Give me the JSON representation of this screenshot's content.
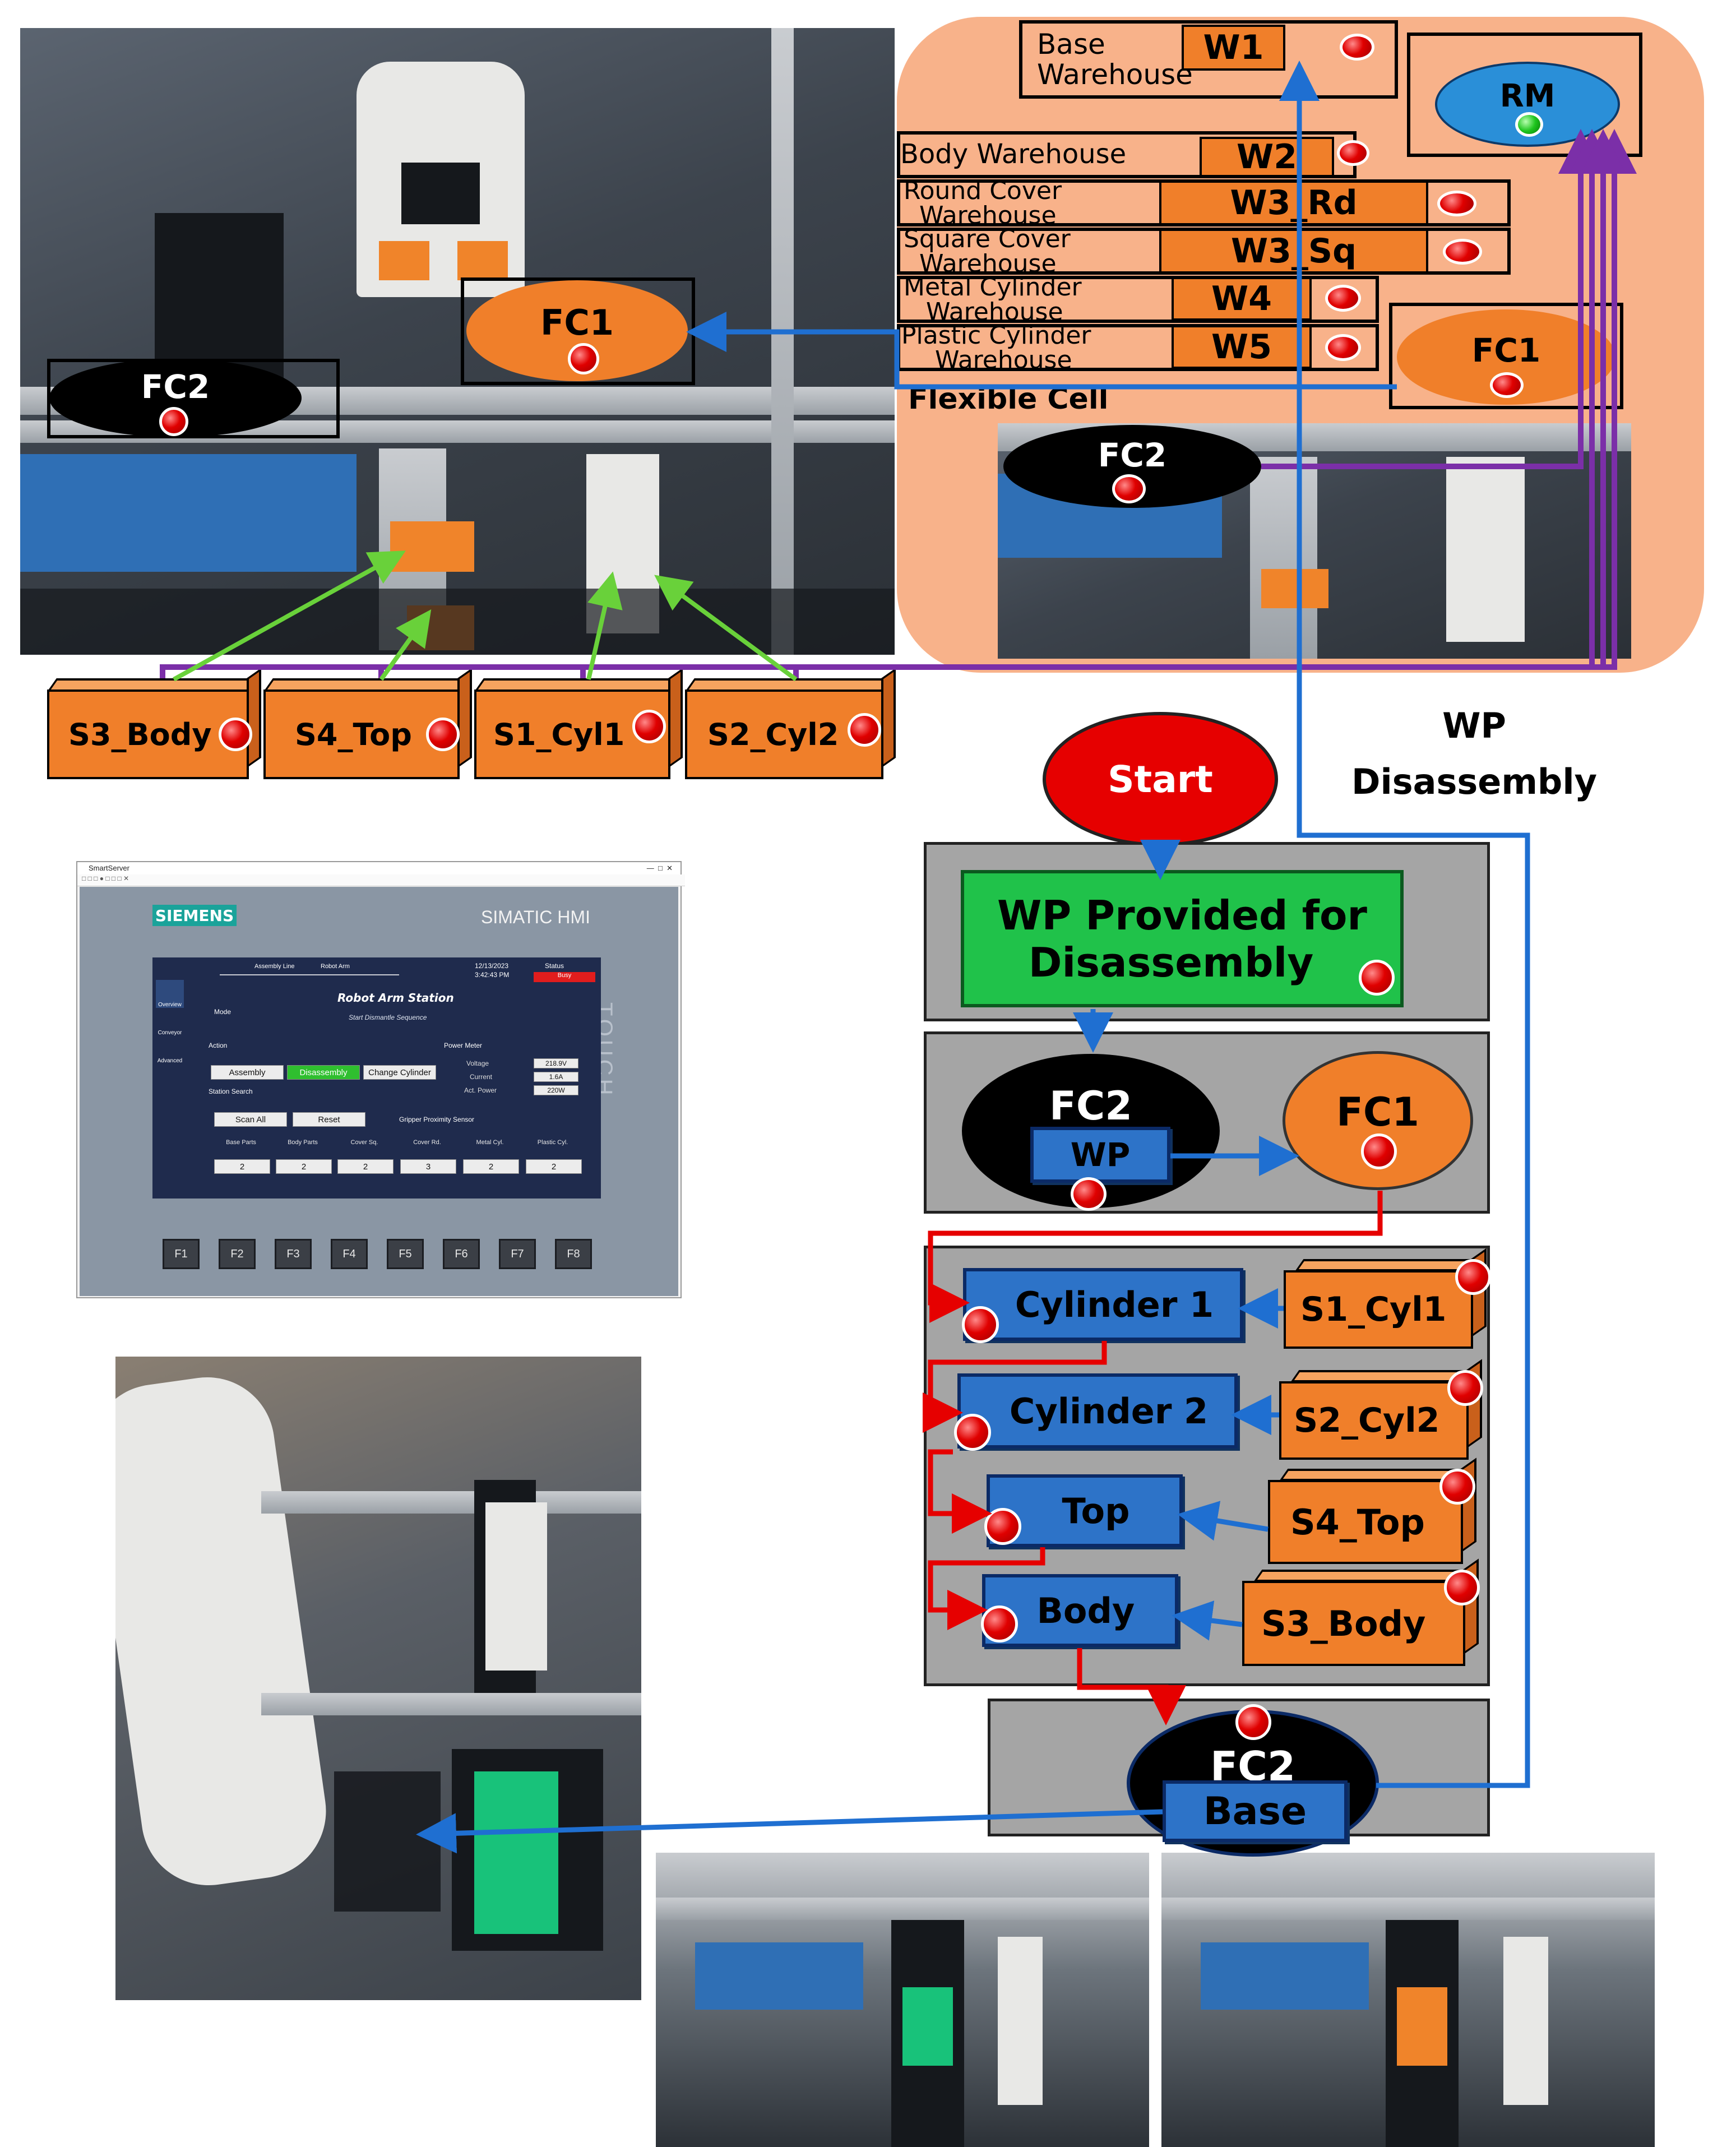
{
  "flexible_cell": {
    "label": "Flexible Cell",
    "warehouses": [
      {
        "id": "W1",
        "name_line1": "Base",
        "name_line2": "Warehouse"
      },
      {
        "id": "W2",
        "name_line1": "Body Warehouse",
        "name_line2": ""
      },
      {
        "id": "W3_Rd",
        "name_line1": "Round Cover",
        "name_line2": "Warehouse"
      },
      {
        "id": "W3_Sq",
        "name_line1": "Square Cover",
        "name_line2": "Warehouse"
      },
      {
        "id": "W4",
        "name_line1": "Metal Cylinder",
        "name_line2": "Warehouse"
      },
      {
        "id": "W5",
        "name_line1": "Plastic Cylinder",
        "name_line2": "Warehouse"
      }
    ],
    "rm": "RM",
    "fc1": "FC1",
    "fc2": "FC2"
  },
  "photo_top": {
    "fc1": "FC1",
    "fc2": "FC2"
  },
  "sensors_top": [
    "S3_Body",
    "S4_Top",
    "S1_Cyl1",
    "S2_Cyl2"
  ],
  "flowchart": {
    "title_line1": "WP",
    "title_line2": "Disassembly",
    "start": "Start",
    "provided_line1": "WP Provided for",
    "provided_line2": "Disassembly",
    "fc2": "FC2",
    "wp": "WP",
    "fc1": "FC1",
    "steps": [
      {
        "label": "Cylinder 1",
        "sensor": "S1_Cyl1"
      },
      {
        "label": "Cylinder 2",
        "sensor": "S2_Cyl2"
      },
      {
        "label": "Top",
        "sensor": "S4_Top"
      },
      {
        "label": "Body",
        "sensor": "S3_Body"
      }
    ],
    "end_fc2": "FC2",
    "end_base": "Base"
  },
  "hmi": {
    "window_title": "SmartServer",
    "brand": "SIEMENS",
    "product": "SIMATIC HMI",
    "touch": "TOUCH",
    "nav": {
      "assembly_line": "Assembly Line",
      "robot_arm": "Robot Arm"
    },
    "date": "12/13/2023",
    "time": "3:42:43 PM",
    "status_label": "Status",
    "status_value": "Busy",
    "sidebar": [
      "Overview",
      "Conveyor",
      "Advanced"
    ],
    "mode_label": "Mode",
    "station_title": "Robot Arm Station",
    "sequence": "Start Dismantle Sequence",
    "action_label": "Action",
    "actions": [
      "Assembly",
      "Disassembly",
      "Change Cylinder"
    ],
    "power_meter_label": "Power Meter",
    "power": [
      {
        "name": "Voltage",
        "value": "218.9V"
      },
      {
        "name": "Current",
        "value": "1.6A"
      },
      {
        "name": "Act. Power",
        "value": "220W"
      }
    ],
    "station_search": "Station Search",
    "scan_all": "Scan All",
    "reset": "Reset",
    "sensor_label": "Gripper Proximity Sensor",
    "parts": [
      {
        "name": "Base Parts",
        "count": "2"
      },
      {
        "name": "Body Parts",
        "count": "2"
      },
      {
        "name": "Cover Sq.",
        "count": "2"
      },
      {
        "name": "Cover Rd.",
        "count": "3"
      },
      {
        "name": "Metal Cyl.",
        "count": "2"
      },
      {
        "name": "Plastic Cyl.",
        "count": "2"
      }
    ],
    "fkeys": [
      "F1",
      "F2",
      "F3",
      "F4",
      "F5",
      "F6",
      "F7",
      "F8"
    ]
  },
  "colors": {
    "orange": "#f07f2a",
    "peach": "#f8b28a",
    "blue_arrow": "#1f6fd1",
    "purple": "#7b2fa8",
    "green_arrow": "#69d13a",
    "red_flow": "#e60000",
    "flow_gray": "#a5a5a5",
    "node_blue": "#2d73c8",
    "wp_green": "#20c24a"
  }
}
